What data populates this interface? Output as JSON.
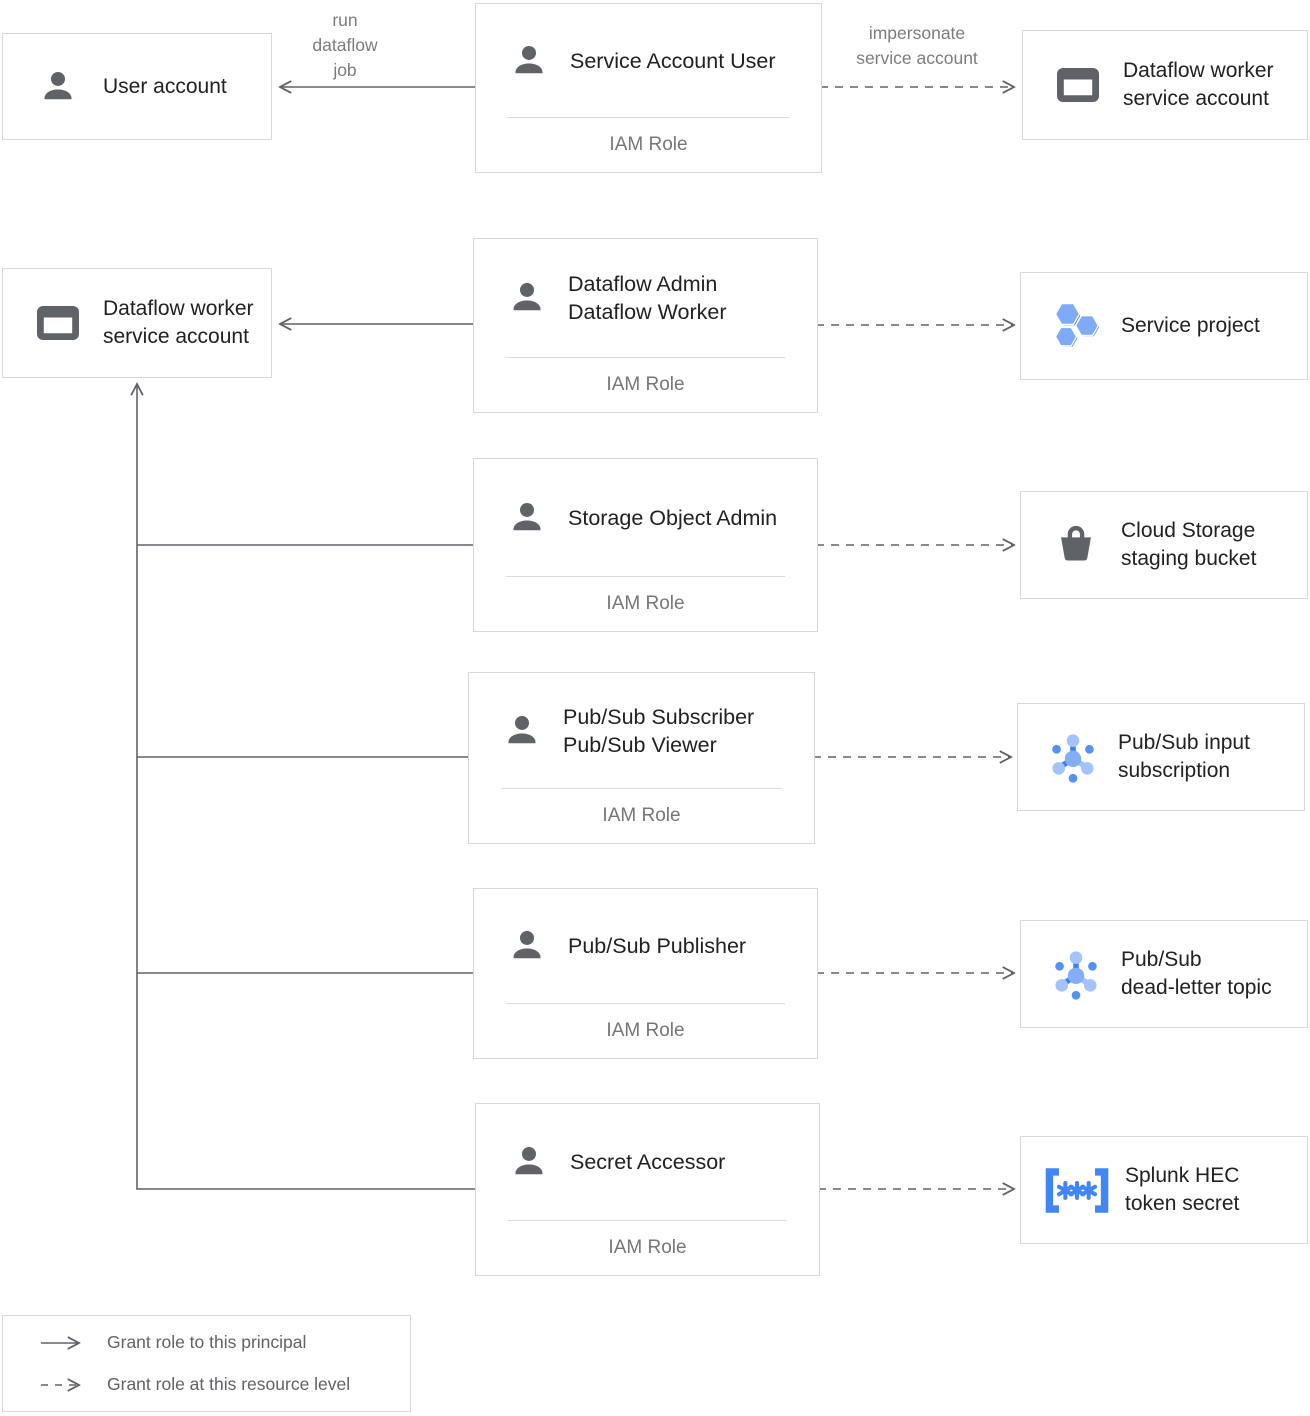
{
  "palette": {
    "node_border": "#d6d8db",
    "divider_gray": "#dadce0",
    "text_dark": "#202124",
    "text_gray": "#757575",
    "line_gray": "#5f6368",
    "icon_gray": "#5f6368",
    "accent_blue": "#4285f4",
    "hexagon_blue": "#7dabf8",
    "hexagon_shadow_blue": "#3a6fe0",
    "pubsub_light_blue": "#a3c3fa",
    "pubsub_mid_blue": "#85adf7",
    "secret_blue": "#4285f4"
  },
  "nodes": {
    "user_account": {
      "lines": [
        "User account"
      ],
      "icon": "person-icon"
    },
    "service_account_user_role": {
      "titles": [
        "Service Account User"
      ],
      "subtitle": "IAM Role",
      "icon": "person-icon"
    },
    "dataflow_worker_sa_top": {
      "lines": [
        "Dataflow worker",
        "service account"
      ],
      "icon": "service-account-icon"
    },
    "dataflow_worker_sa_left": {
      "lines": [
        "Dataflow worker",
        "service account"
      ],
      "icon": "service-account-icon"
    },
    "dataflow_roles": {
      "titles": [
        "Dataflow Admin",
        "Dataflow Worker"
      ],
      "subtitle": "IAM Role",
      "icon": "person-icon"
    },
    "service_project": {
      "lines": [
        "Service project"
      ],
      "icon": "project-hexagons-icon"
    },
    "storage_object_admin_role": {
      "titles": [
        "Storage Object Admin"
      ],
      "subtitle": "IAM Role",
      "icon": "person-icon"
    },
    "cloud_storage_bucket": {
      "lines": [
        "Cloud Storage",
        "staging bucket"
      ],
      "icon": "storage-bucket-icon"
    },
    "pubsub_subscriber_role": {
      "titles": [
        "Pub/Sub Subscriber",
        "Pub/Sub Viewer"
      ],
      "subtitle": "IAM Role",
      "icon": "person-icon"
    },
    "pubsub_input_subscription": {
      "lines": [
        "Pub/Sub input",
        "subscription"
      ],
      "icon": "pubsub-icon"
    },
    "pubsub_publisher_role": {
      "titles": [
        "Pub/Sub Publisher"
      ],
      "subtitle": "IAM Role",
      "icon": "person-icon"
    },
    "pubsub_dead_letter_topic": {
      "lines": [
        "Pub/Sub",
        "dead-letter topic"
      ],
      "icon": "pubsub-icon"
    },
    "secret_accessor_role": {
      "titles": [
        "Secret Accessor"
      ],
      "subtitle": "IAM Role",
      "icon": "person-icon"
    },
    "splunk_hec_token_secret": {
      "lines": [
        "Splunk HEC",
        "token secret"
      ],
      "icon": "secret-icon"
    }
  },
  "edge_labels": {
    "run_dataflow_job": {
      "lines": [
        "run",
        "dataflow",
        "job"
      ]
    },
    "impersonate_service_account": {
      "lines": [
        "impersonate",
        "service account"
      ]
    }
  },
  "legend": {
    "solid_label": "Grant role to this principal",
    "dashed_label": "Grant role at this resource level"
  }
}
